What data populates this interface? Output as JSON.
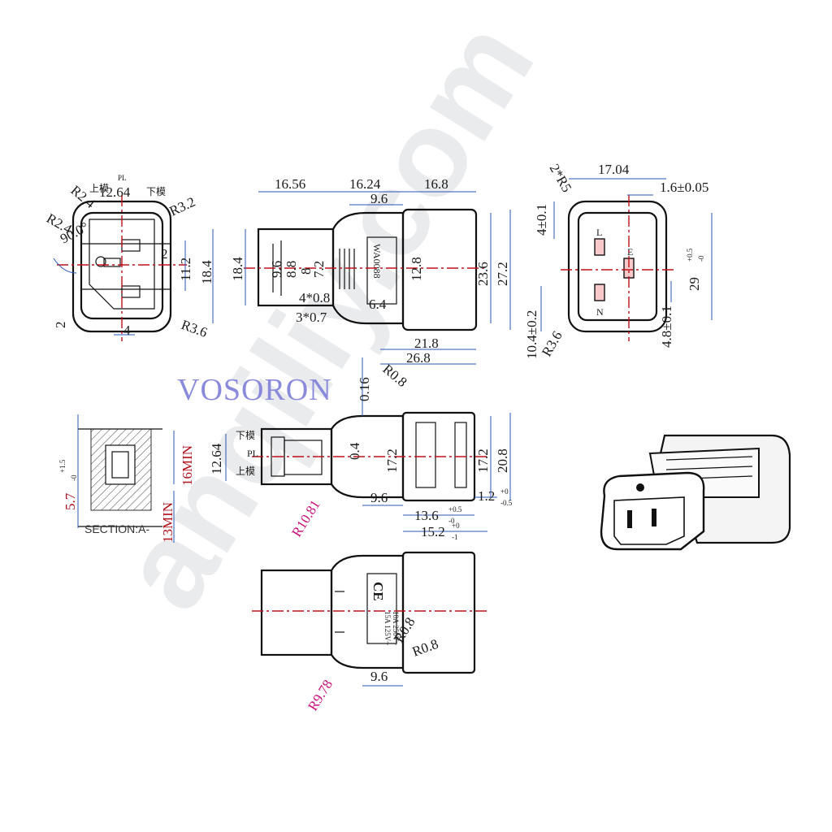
{
  "brand": "VOSORON",
  "watermark": "anqiliy.com",
  "section_label": "SECTION:A-",
  "cover_text": "WA0088",
  "ce_mark": "CE",
  "rating_lines": [
    "15A 125V~",
    "10A 250V~"
  ],
  "front_view": {
    "labels": {
      "pl": "PL",
      "upper_mold": "上模",
      "lower_mold": "下模"
    },
    "dims": {
      "width_top": "12.64",
      "r_top_left": "R2.4",
      "r_left": "R2.4",
      "r_top_right": "R3.2",
      "angle": "90.0°",
      "right_height_inner": "11.2",
      "right_height_outer": "18.4",
      "right_small": "2",
      "left_small": "2",
      "bottom_width": "4",
      "r_bottom": "R3.6"
    }
  },
  "side_view": {
    "dims": {
      "w1": "16.56",
      "w2": "16.24",
      "w3": "16.8",
      "w_inner": "9.6",
      "h_left": "18.4",
      "h_9_6": "9.6",
      "h_8_8": "8.8",
      "h_8": "8",
      "h_7_2": "7.2",
      "h_12_8": "12.8",
      "h_23_6": "23.6",
      "h_27_2": "27.2",
      "ribs": "4*0.8",
      "gaps": "3*0.7",
      "w_6_4": "6.4",
      "w_21_8": "21.8",
      "w_26_8": "26.8"
    }
  },
  "face_view": {
    "pin_letters": [
      "L",
      "E",
      "N"
    ],
    "dims": {
      "width": "17.04",
      "radius": "2*R5",
      "tol": "1.6±0.05",
      "h_4": "4±0.1",
      "h_29": "29",
      "h_29_tol_top": "+0.5",
      "h_29_tol_bot": "-0",
      "h_10_4": "10.4±0.2",
      "r_3_6": "R3.6",
      "h_4_8": "4.8±0.1"
    }
  },
  "top_view": {
    "labels": {
      "lower_mold": "下模",
      "pl": "PL",
      "upper_mold": "上模"
    },
    "dims": {
      "h_12_64": "12.64",
      "h_0_16": "0.16",
      "r_0_8": "R0.8",
      "h_0_4": "0.4",
      "h_17_2_a": "17.2",
      "h_17_2_b": "17.2",
      "h_20_8": "20.8",
      "w_9_6": "9.6",
      "r_10_81": "R10.81",
      "w_13_6": "13.6",
      "w_13_6_tol_top": "+0.5",
      "w_13_6_tol_bot": "-0",
      "w_15_2": "15.2",
      "w_15_2_tol_top": "+0",
      "w_15_2_tol_bot": "-1",
      "w_1_2": "1.2",
      "w_1_2_tol_top": "+0",
      "w_1_2_tol_bot": "-0.5"
    }
  },
  "section_view": {
    "dims": {
      "h_5_7": "5.7",
      "h_5_7_tol_top": "+1.5",
      "h_5_7_tol_bot": "-0",
      "h_16min": "16MIN",
      "h_13min": "13MIN"
    }
  },
  "bottom_view": {
    "dims": {
      "r_0_8_a": "R0.8",
      "r_0_8_b": "R0.8",
      "w_9_6": "9.6",
      "r_9_78": "R9.78"
    }
  },
  "colors": {
    "dimension_line": "#2a56b8",
    "center_line": "#c0101a",
    "radius_label": "#c8107a",
    "brand": "#8a8adc"
  }
}
